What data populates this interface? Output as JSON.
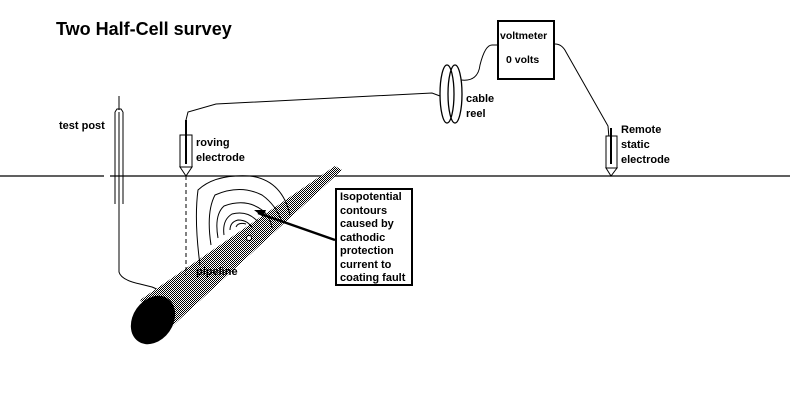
{
  "title": "Two Half-Cell survey",
  "labels": {
    "test_post": "test post",
    "roving_electrode": [
      "roving",
      "electrode"
    ],
    "cable_reel": [
      "cable",
      "reel"
    ],
    "remote_static_electrode": [
      "Remote",
      "static",
      "electrode"
    ],
    "pipeline": "pipeline"
  },
  "voltmeter": {
    "label": "voltmeter",
    "reading": "0 volts"
  },
  "callout": {
    "lines": [
      "Isopotential",
      "contours",
      "caused by",
      "cathodic",
      "protection",
      "current to",
      "coating  fault"
    ]
  },
  "colors": {
    "ink": "#000000",
    "background": "#ffffff",
    "pipe_fill": "#b0b0b0"
  }
}
